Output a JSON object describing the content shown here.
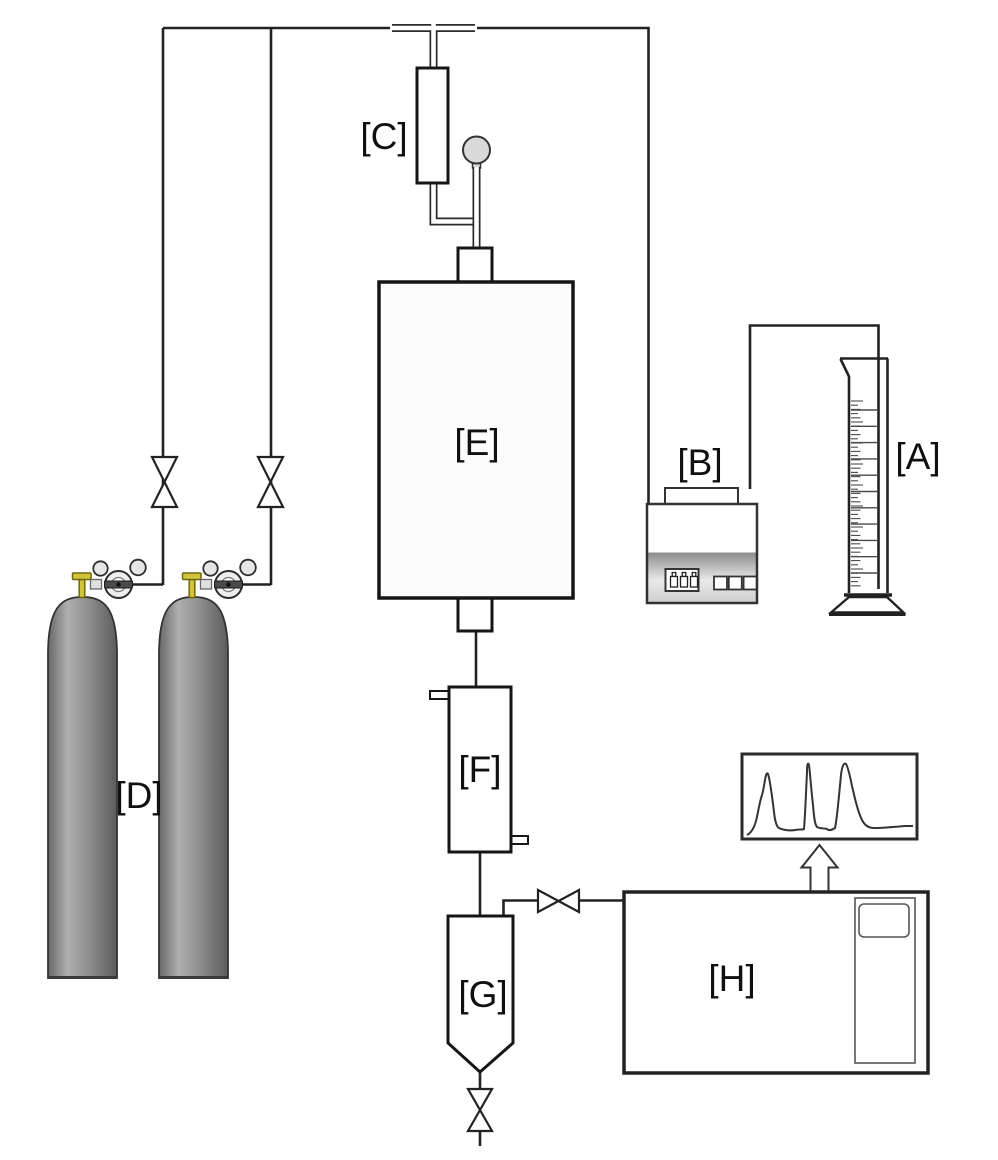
{
  "page": {
    "background": "#ffffff",
    "description_labels_visible": 8
  },
  "labels": {
    "a": "[A]",
    "b": "[B]",
    "c": "[C]",
    "d": "[D]",
    "e": "[E]",
    "f": "[F]",
    "g": "[G]",
    "h": "[H]"
  },
  "colors": {
    "line": "#222222",
    "component_border": "#161616",
    "valve_yellow": "#d2c53e",
    "valve_yellow_outline": "#6e6708",
    "bulb_gray": "#d9d9d9",
    "regulator_body": "#ededed",
    "regulator_bar": "#4a4a4a",
    "gauge_gray": "#e6e6e6",
    "cylinder_dark": "#5f5f5f",
    "cylinder_light": "#b2b2b2",
    "panel_gradient_top": "#8c8c8c",
    "panel_gradient_bottom": "#cfcfcf"
  },
  "icons": {
    "chromatogram": "three-peak-trace-icon",
    "arrow": "block-arrow-up-icon",
    "indicator": "triple-vial-indicator-icon",
    "valve": "bowtie-valve-icon",
    "regulator": "pressure-regulator-icon"
  }
}
